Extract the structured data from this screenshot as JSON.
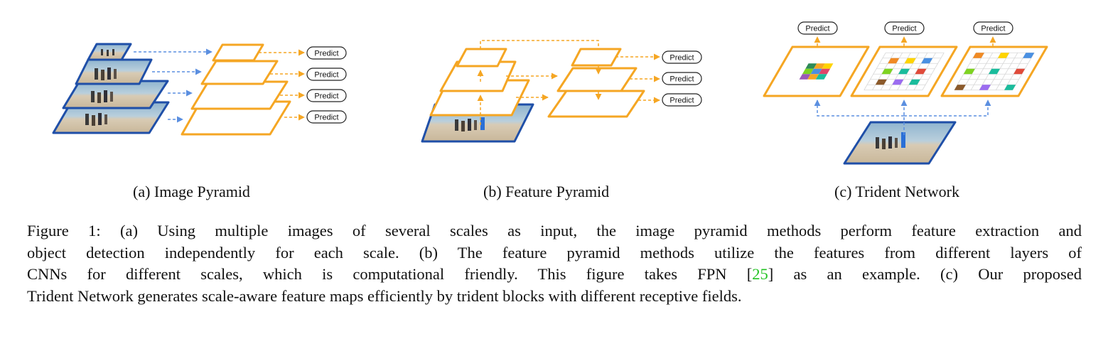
{
  "predict_label": "Predict",
  "subcaptions": {
    "a": "(a) Image Pyramid",
    "b": "(b) Feature Pyramid",
    "c": "(c) Trident Network"
  },
  "caption": {
    "line1": "Figure 1: (a) Using multiple images of several scales as input, the image pyramid methods perform feature extraction and",
    "line2": "object detection independently for each scale. (b) The feature pyramid methods utilize the features from different layers of",
    "line3_pre": "CNNs for different scales, which is computational friendly. This figure takes FPN [",
    "line3_cite": "25",
    "line3_post": "] as an example. (c) Our proposed",
    "line4": "Trident Network generates scale-aware feature maps efficiently by trident blocks with different receptive fields."
  },
  "colors": {
    "orange": "#f5a623",
    "blue": "#1f4fa8",
    "arrow_blue": "#5b8fe0",
    "cite_green": "#22c322"
  },
  "feature_map_colors": {
    "center": [
      "#2e8b57",
      "#f5a623",
      "#ffd400",
      "#7ed321",
      "#4a90e2",
      "#e0456b",
      "#9b59b6",
      "#f5a623",
      "#1abc9c"
    ],
    "dilated": [
      "#f08a24",
      "#ffd400",
      "#4a90e2",
      "#7ed321",
      "#1abc9c",
      "#e04a3a",
      "#8b5a2b",
      "#9b6cf0",
      "#1abc9c"
    ]
  }
}
